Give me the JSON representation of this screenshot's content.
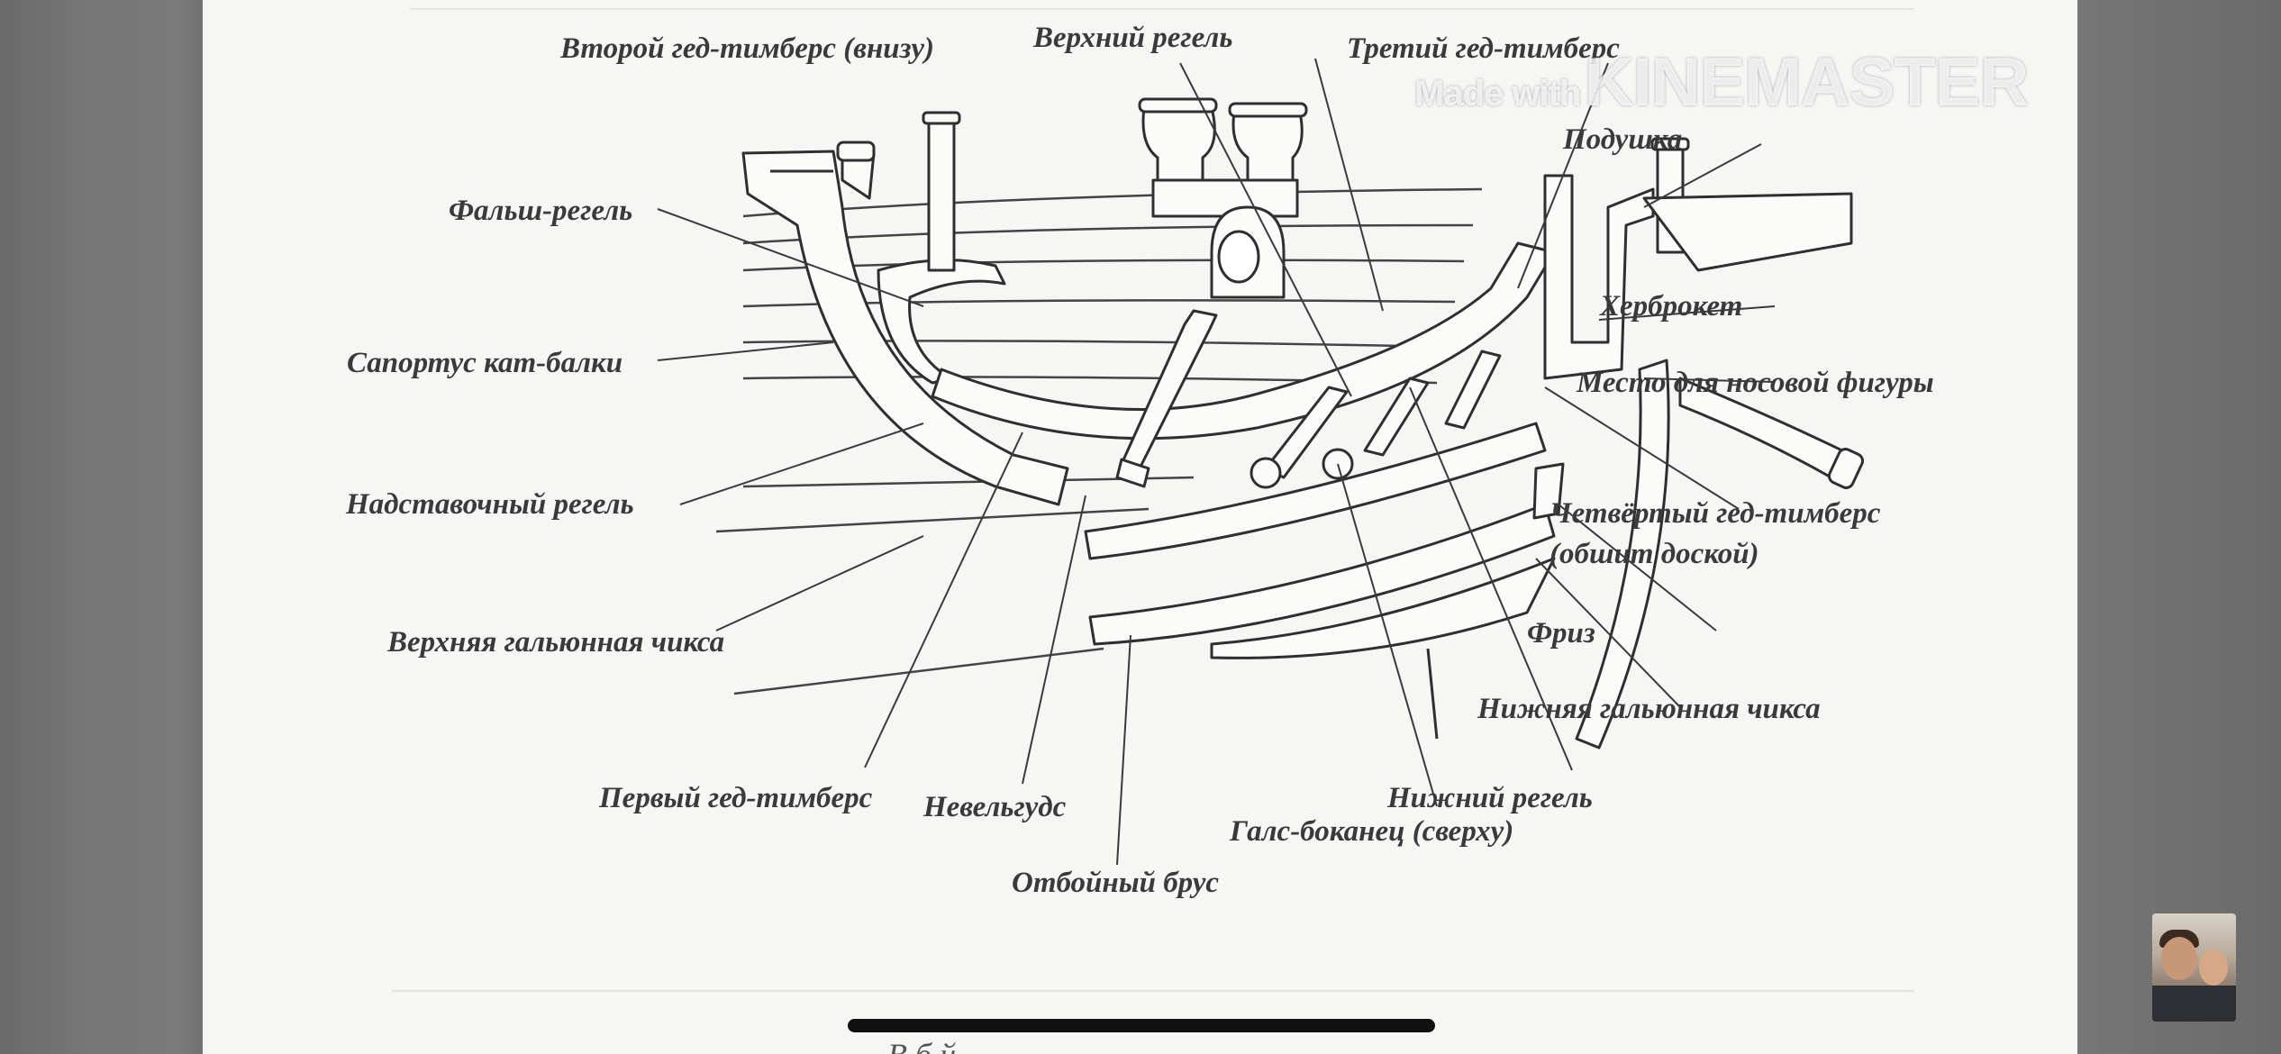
{
  "labels": {
    "second_head_timber": "Второй гед-тимберс (внизу)",
    "upper_rail": "Верхний регель",
    "third_head_timber": "Третий гед-тимберс",
    "cushion": "Подушка",
    "false_rail": "Фальш-регель",
    "hairbracket": "Херброкет",
    "cathead_support": "Сапортус кат-балки",
    "figurehead_place": "Место для носовой фигуры",
    "extension_rail": "Надставочный регель",
    "fourth_head_timber_line1": "Четвёртый гед-тимберс",
    "fourth_head_timber_line2": "(обшит доской)",
    "upper_cheek": "Верхняя гальюнная чикса",
    "frieze": "Фриз",
    "lower_cheek": "Нижняя гальюнная чикса",
    "first_head_timber": "Первый гед-тимберс",
    "navel_hoods": "Невельгудс",
    "lower_rail": "Нижний регель",
    "bumkin": "Галс-боканец (сверху)",
    "wale": "Отбойный брус"
  },
  "watermark": {
    "prefix": "Made with",
    "brand": "KINEMASTER"
  },
  "caption_fragment": "В          б   й"
}
